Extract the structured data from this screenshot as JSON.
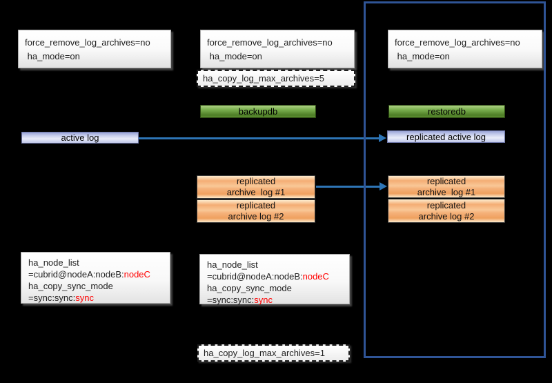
{
  "diagram": {
    "background": "#000000",
    "colors": {
      "container_border": "#2f5496",
      "arrow_blue": "#2e75b6",
      "highlight_red": "#ff0000",
      "green_box": "#538135",
      "orange_box": "#f4b183",
      "lavender_box": "#bcc3e8",
      "config_box_bg": "#f2f2f2"
    }
  },
  "config_boxes": {
    "left": {
      "text": "force_remove_log_archives=no\n ha_mode=on"
    },
    "middle": {
      "text": "force_remove_log_archives=no\n ha_mode=on"
    },
    "right": {
      "text": "force_remove_log_archives=no\n ha_mode=on"
    }
  },
  "dashed_boxes": {
    "top": {
      "text": "ha_copy_log_max_archives=5"
    },
    "bottom": {
      "text": "ha_copy_log_max_archives=1"
    }
  },
  "command_boxes": {
    "backupdb": "backupdb",
    "restoredb": "restoredb"
  },
  "log_boxes": {
    "active_log": "active log",
    "replicated_active_log": "replicated active log",
    "mid_archive_1": "replicated\narchive  log #1",
    "mid_archive_2": "replicated\narchive log #2",
    "right_archive_1": "replicated\narchive  log #1",
    "right_archive_2": "replicated\narchive log #2"
  },
  "sync_boxes": {
    "left": {
      "line1": "ha_node_list",
      "line2_black": "=cubrid@nodeA:nodeB:",
      "line2_red": "nodeC",
      "line3": "ha_copy_sync_mode",
      "line4_black": "=sync:sync:",
      "line4_red": "sync"
    },
    "middle": {
      "line1": "ha_node_list",
      "line2_black": "=cubrid@nodeA:nodeB:",
      "line2_red": "nodeC",
      "line3": "ha_copy_sync_mode",
      "line4_black": "=sync:sync:",
      "line4_red": "sync"
    }
  }
}
